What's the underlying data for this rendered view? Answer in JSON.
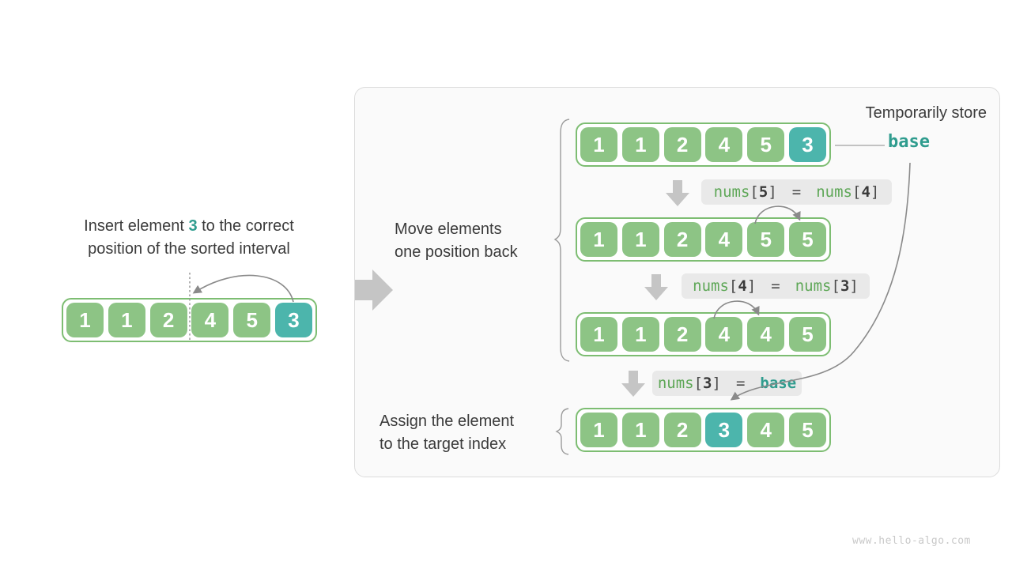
{
  "left": {
    "caption": {
      "line1_pre": "Insert element ",
      "line1_highlight": "3",
      "line1_post": " to the correct",
      "line2": "position of the sorted interval"
    },
    "array": {
      "values": [
        "1",
        "1",
        "2",
        "4",
        "5",
        "3"
      ],
      "highlight_index": 5
    }
  },
  "panel": {
    "temp_store_label": "Temporarily store",
    "base_label": "base",
    "move_label": {
      "line1": "Move elements",
      "line2": "one position back"
    },
    "assign_label": {
      "line1": "Assign the element",
      "line2": "to the target index"
    },
    "arrays": [
      {
        "values": [
          "1",
          "1",
          "2",
          "4",
          "5",
          "3"
        ],
        "highlight_index": 5
      },
      {
        "values": [
          "1",
          "1",
          "2",
          "4",
          "5",
          "5"
        ],
        "highlight_index": null
      },
      {
        "values": [
          "1",
          "1",
          "2",
          "4",
          "4",
          "5"
        ],
        "highlight_index": null
      },
      {
        "values": [
          "1",
          "1",
          "2",
          "3",
          "4",
          "5"
        ],
        "highlight_index": 3
      }
    ],
    "codes": [
      {
        "lhs_name": "nums",
        "lhs_bracket_open": "[",
        "lhs_index": "5",
        "lhs_bracket_close": "]",
        "op": "=",
        "rhs_name": "nums",
        "rhs_bracket_open": "[",
        "rhs_index": "4",
        "rhs_bracket_close": "]"
      },
      {
        "lhs_name": "nums",
        "lhs_bracket_open": "[",
        "lhs_index": "4",
        "lhs_bracket_close": "]",
        "op": "=",
        "rhs_name": "nums",
        "rhs_bracket_open": "[",
        "rhs_index": "3",
        "rhs_bracket_close": "]"
      },
      {
        "lhs_name": "nums",
        "lhs_bracket_open": "[",
        "lhs_index": "3",
        "lhs_bracket_close": "]",
        "op": "=",
        "rhs_name": "base"
      }
    ]
  },
  "watermark": "www.hello-algo.com",
  "colors": {
    "cell_green": "#8dc485",
    "cell_teal": "#4cb5ac",
    "array_border_green": "#7dbd72",
    "code_green": "#5ea757",
    "teal_text": "#2f9c8e",
    "dark_text": "#3b3b3b",
    "block_arrow_gray": "#c5c5c5",
    "line_gray": "#8a8a8a",
    "code_box_bg": "#e9e9e9",
    "panel_bg": "#fafafa",
    "panel_border": "#dcdcdc"
  }
}
